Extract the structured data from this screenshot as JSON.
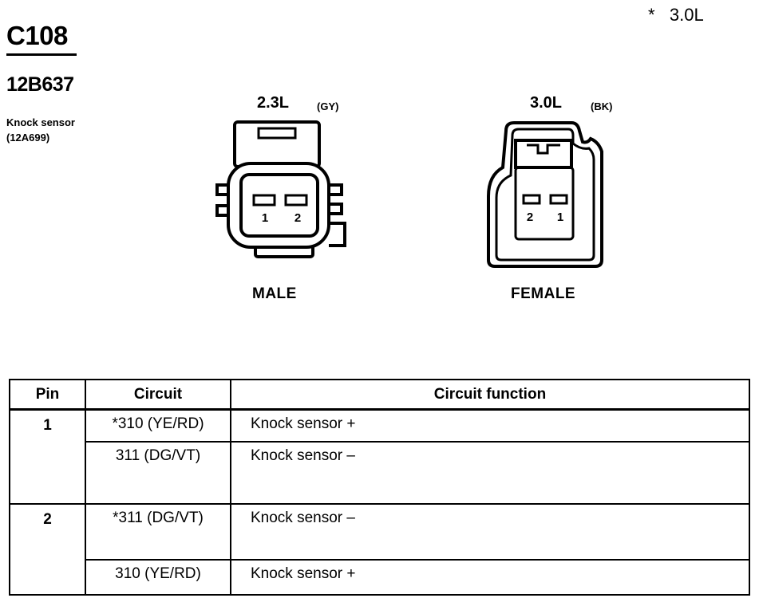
{
  "header": {
    "note": "*   3.0L",
    "connector_id": "C108",
    "part_number": "12B637",
    "description_line1": "Knock sensor",
    "description_line2": "(12A699)"
  },
  "connectors": [
    {
      "engine": "2.3L",
      "color_code": "(GY)",
      "gender": "MALE",
      "pin_left": "1",
      "pin_right": "2"
    },
    {
      "engine": "3.0L",
      "color_code": "(BK)",
      "gender": "FEMALE",
      "pin_left": "2",
      "pin_right": "1"
    }
  ],
  "table": {
    "headers": [
      "Pin",
      "Circuit",
      "Circuit function"
    ],
    "rows": [
      {
        "pin": "1",
        "circuit": "*310 (YE/RD)",
        "function": "Knock sensor  +"
      },
      {
        "pin": "",
        "circuit": "311 (DG/VT)",
        "function": "Knock sensor  –"
      },
      {
        "pin": "2",
        "circuit": "*311 (DG/VT)",
        "function": "Knock sensor  –"
      },
      {
        "pin": "",
        "circuit": "310 (YE/RD)",
        "function": "Knock sensor  +"
      }
    ]
  }
}
